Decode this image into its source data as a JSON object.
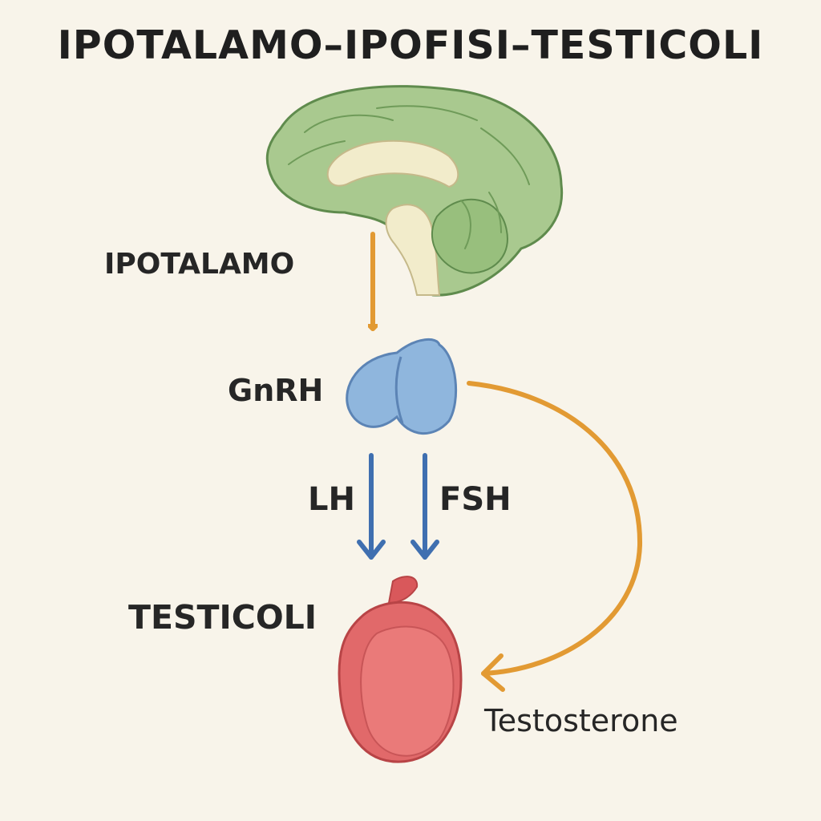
{
  "title": "IPOTALAMO–IPOFISI–TESTICOLI",
  "labels": {
    "hypothalamus": "IPOTALAMO",
    "gnrh": "GnRH",
    "lh": "LH",
    "fsh": "FSH",
    "testes": "TESTICOLI",
    "testosterone": "Testosterone"
  },
  "colors": {
    "background": "#f8f4ea",
    "brain": "#a9c98f",
    "brain_inner": "#f2eccb",
    "pituitary": "#8fb6dd",
    "testis": "#e1696a",
    "stimulus_arrow": "#e29a33",
    "hormone_arrow": "#3f6fb0",
    "feedback_arrow": "#e29a33"
  }
}
